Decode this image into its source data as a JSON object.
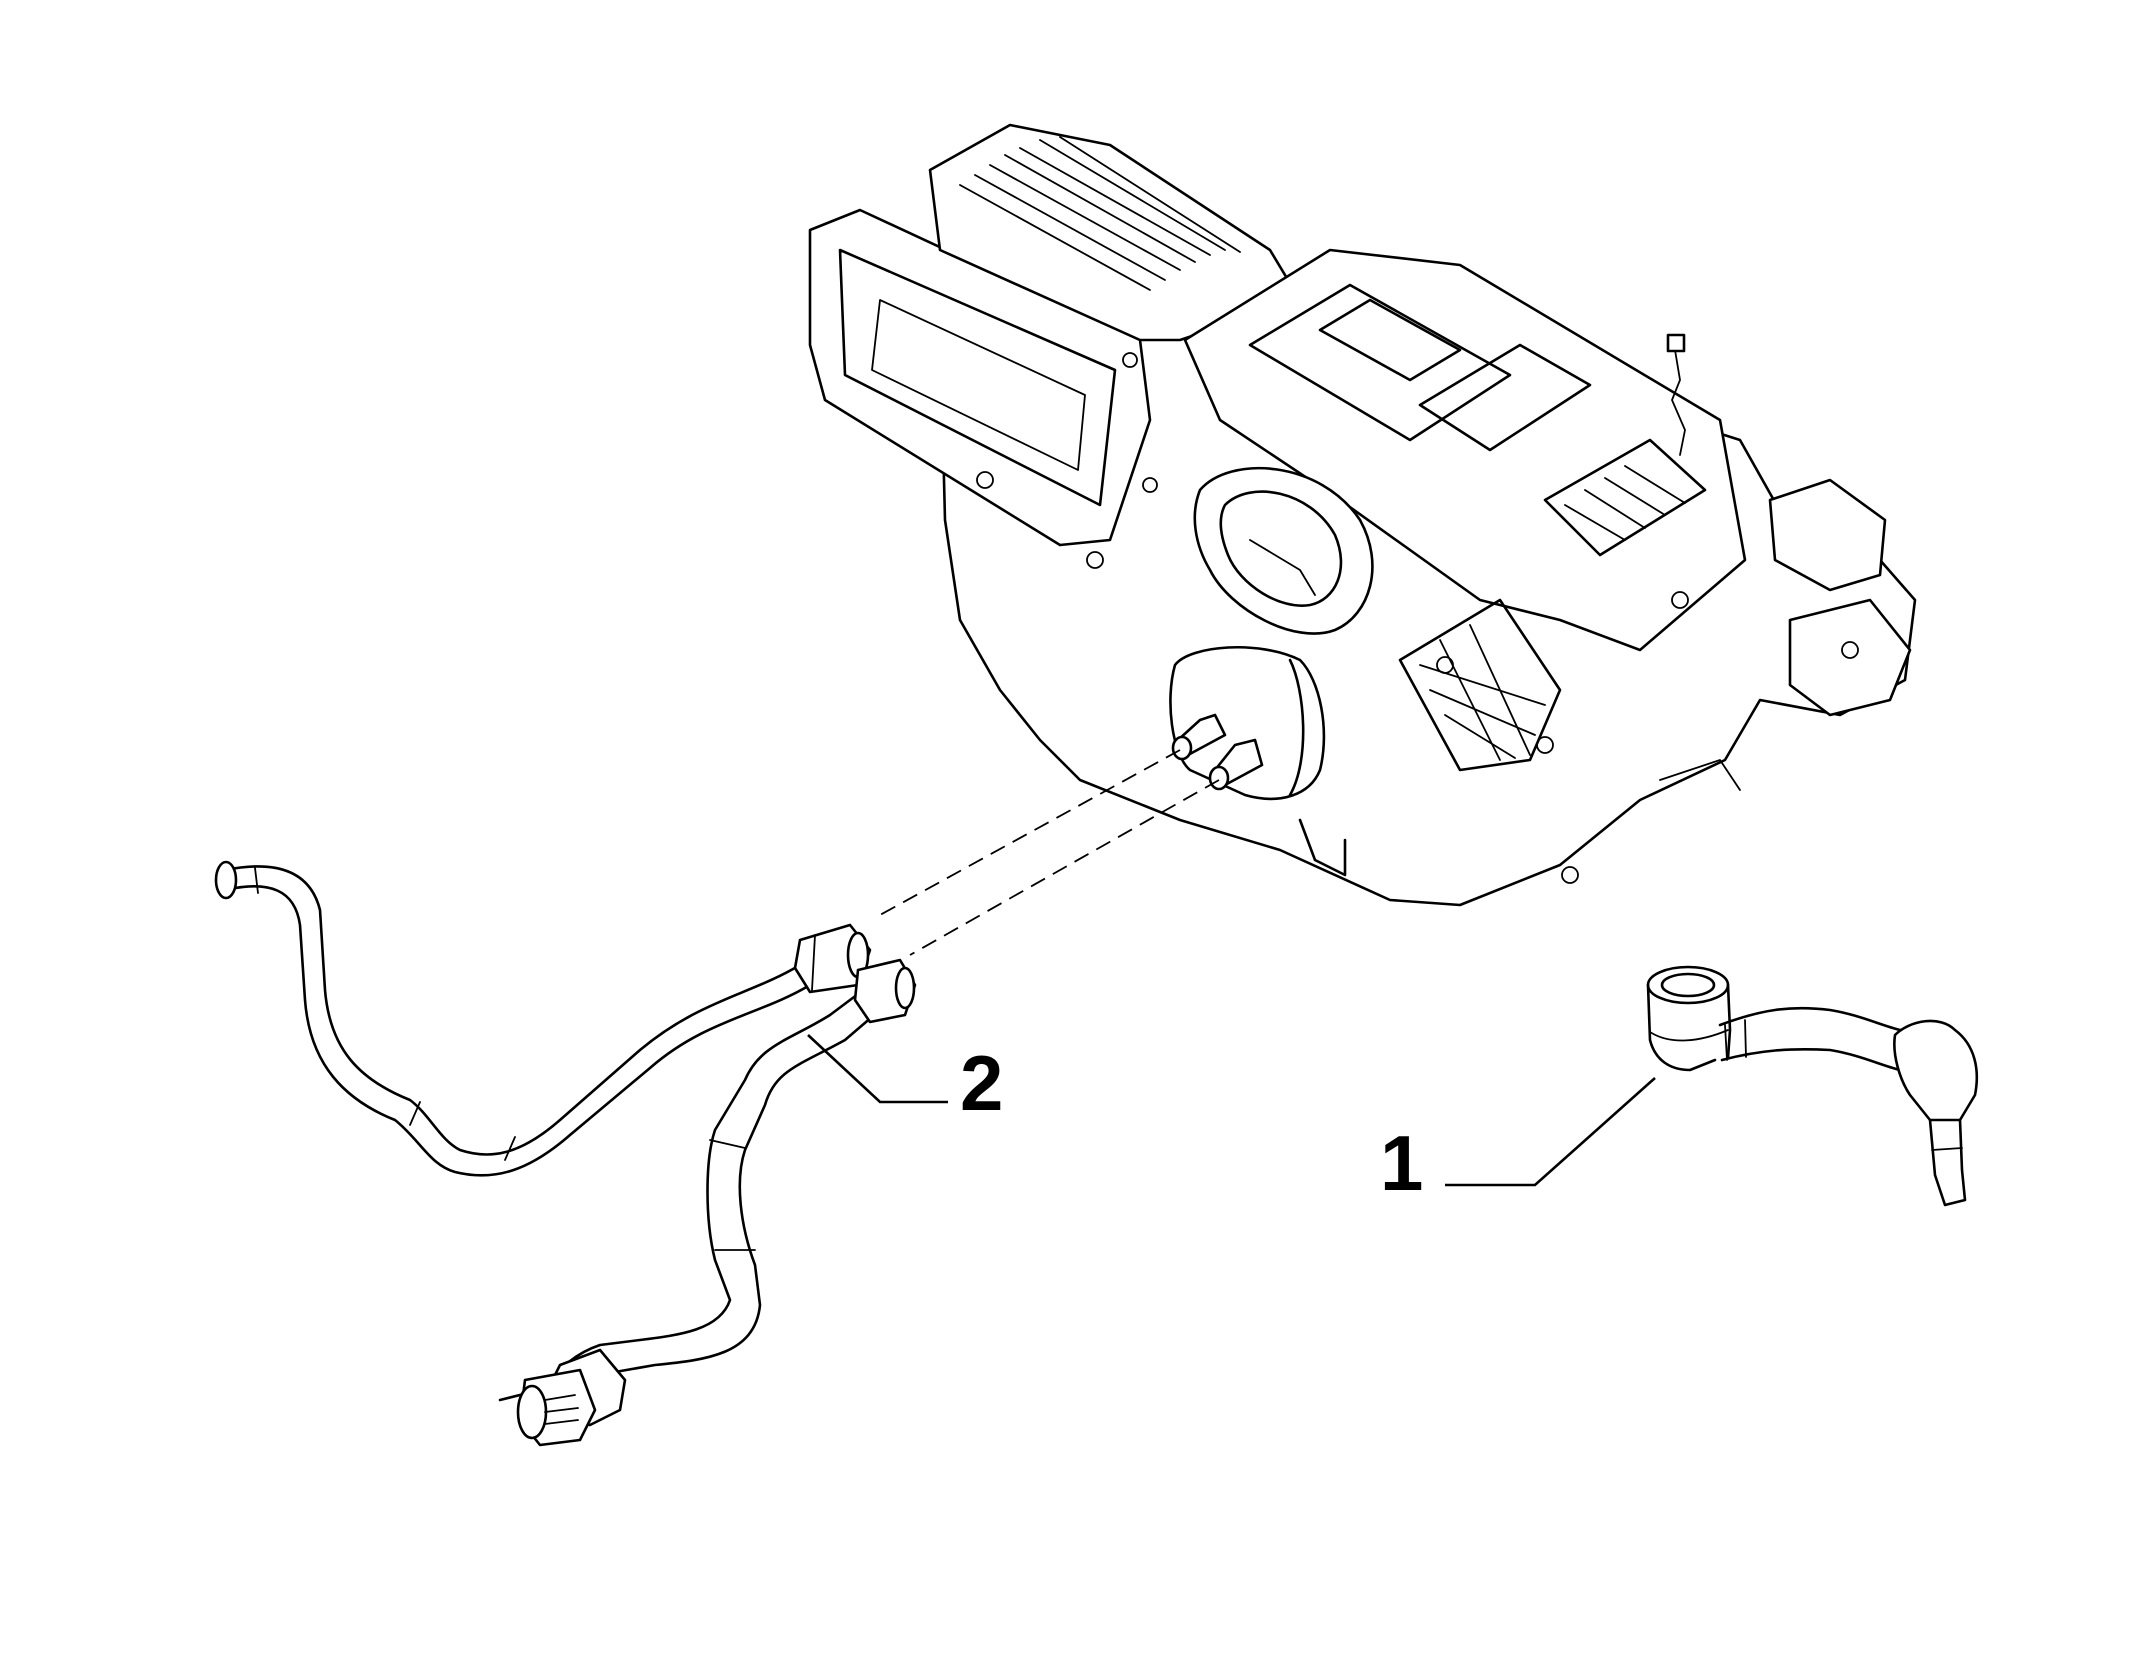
{
  "callouts": [
    {
      "number": "2",
      "part": "heater-hose-pair"
    },
    {
      "number": "1",
      "part": "heater-hose-single"
    }
  ],
  "colors": {
    "line": "#000000",
    "background": "#ffffff"
  }
}
